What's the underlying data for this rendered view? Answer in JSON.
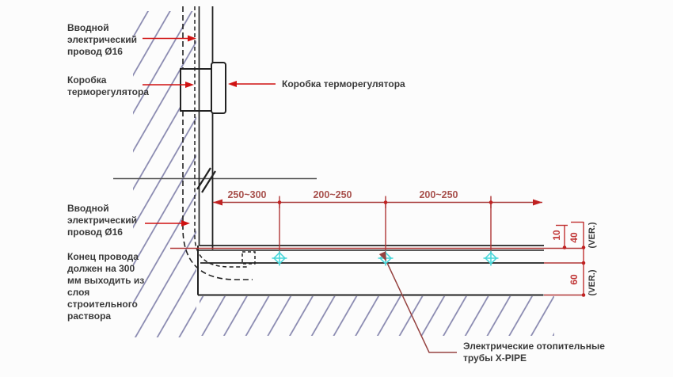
{
  "drawing": {
    "labels": {
      "intro_wire_top": {
        "lines": [
          "Вводной",
          "электрический",
          "провод Ø16"
        ]
      },
      "thermostat_box_left": {
        "lines": [
          "Коробка",
          "терморегулятора"
        ]
      },
      "thermostat_box_right": {
        "text": "Коробка терморегулятора"
      },
      "intro_wire_mid": {
        "lines": [
          "Вводной",
          "электрический",
          "провод Ø16"
        ]
      },
      "wire_end_note": {
        "lines": [
          "Конец провода",
          "должен на 300",
          "мм выходить из",
          "слоя",
          "строительного",
          "раствора"
        ]
      },
      "heating_pipes": {
        "lines": [
          "Электрические отопительные",
          "трубы X-PIPE"
        ]
      }
    },
    "dimensions": {
      "horizontal": [
        "250~300",
        "200~250",
        "200~250"
      ],
      "vertical": {
        "d10": "10",
        "d40": "40",
        "d60": "60",
        "ver": "(VER.)"
      }
    },
    "colors": {
      "line": "#2e2e2e",
      "reference_line": "#555555",
      "dimension_red": "#a83c3a",
      "dimension_text_red": "#a8514d",
      "arrow_red": "#d01212",
      "leader_maroon": "#964341",
      "hatch_blue": "#8585ad",
      "pipe_cyan": "#45d5d8",
      "background": "#fcfcfc"
    }
  }
}
